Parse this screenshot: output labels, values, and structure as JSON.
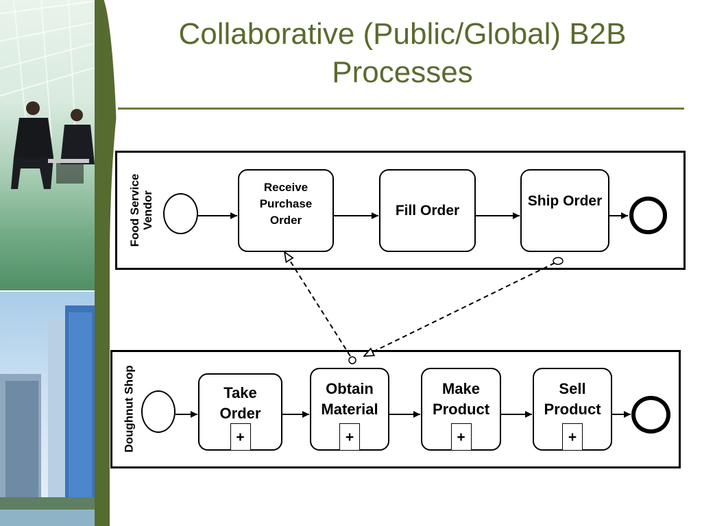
{
  "slide": {
    "title": "Collaborative (Public/Global) B2B Processes"
  },
  "pools": [
    {
      "label": "Food Service Vendor",
      "tasks": [
        "Receive Purchase Order",
        "Fill Order",
        "Ship Order"
      ]
    },
    {
      "label": "Doughnut Shop",
      "tasks": [
        "Take Order",
        "Obtain Material",
        "Make Product",
        "Sell Product"
      ],
      "subprocess_marker": "+"
    }
  ],
  "colors": {
    "title": "#5a6b2e",
    "accent": "#556b2f",
    "lines": "#000000"
  }
}
